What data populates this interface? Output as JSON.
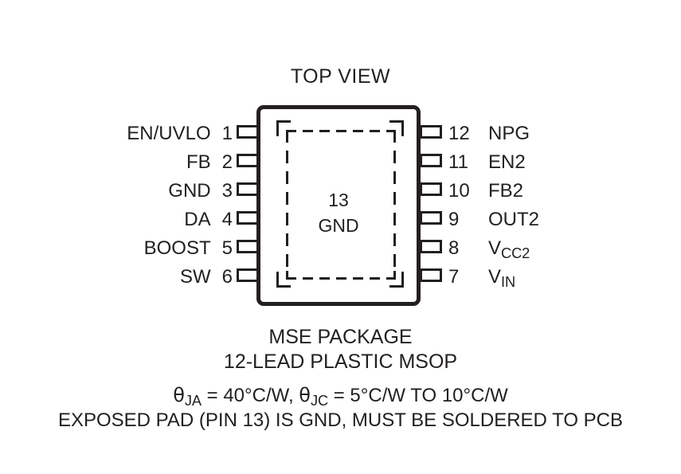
{
  "figure": {
    "view_title": "TOP VIEW",
    "exposed_pad": {
      "number": "13",
      "name": "GND"
    }
  },
  "pins": {
    "left": [
      {
        "number": "1",
        "name": "EN/UVLO"
      },
      {
        "number": "2",
        "name": "FB"
      },
      {
        "number": "3",
        "name": "GND"
      },
      {
        "number": "4",
        "name": "DA"
      },
      {
        "number": "5",
        "name": "BOOST"
      },
      {
        "number": "6",
        "name": "SW"
      }
    ],
    "right": [
      {
        "number": "12",
        "name": "NPG"
      },
      {
        "number": "11",
        "name": "EN2"
      },
      {
        "number": "10",
        "name": "FB2"
      },
      {
        "number": "9",
        "name": "OUT2"
      },
      {
        "number": "8",
        "name": "V",
        "subscript": "CC2"
      },
      {
        "number": "7",
        "name": "V",
        "subscript": "IN"
      }
    ]
  },
  "captions": {
    "package_name": "MSE PACKAGE",
    "package_type": "12-LEAD PLASTIC MSOP",
    "thermal_theta_symbol": "θ",
    "thermal_ja_sub": "JA",
    "thermal_ja_value": " = 40°C/W, ",
    "thermal_jc_sub": "JC",
    "thermal_jc_value": " = 5°C/W TO 10°C/W",
    "exposed_pad_note": "EXPOSED PAD (PIN 13) IS GND, MUST BE SOLDERED TO PCB"
  },
  "colors": {
    "ink": "#231f20",
    "background": "#ffffff"
  }
}
